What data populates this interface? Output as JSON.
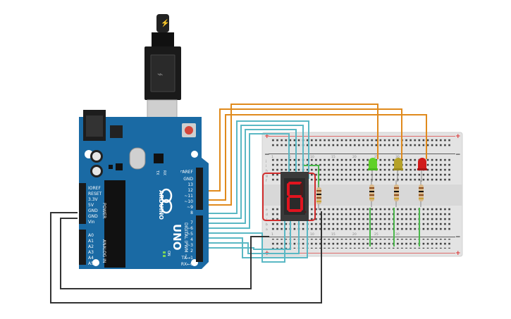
{
  "board": {
    "brand": "ARDUINO",
    "model": "UNO",
    "power_label": "POWER",
    "analog_label": "ANALOG IN",
    "digital_label": "DIGITAL (PWM ~)",
    "on_label": "ON",
    "l_label": "L",
    "tx_label": "TX",
    "rx_label": "RX",
    "top_pins": [
      "AREF",
      "GND",
      "13",
      "12",
      "~11",
      "~10",
      "~9",
      "8"
    ],
    "bottom_pins": [
      "7",
      "~6",
      "~5",
      "4",
      "~3",
      "2",
      "TX→1",
      "RX←0"
    ],
    "power_pins": [
      "IOREF",
      "RESET",
      "3.3V",
      "5V",
      "GND",
      "GND",
      "Vin"
    ],
    "analog_pins": [
      "A0",
      "A1",
      "A2",
      "A3",
      "A4",
      "A5"
    ]
  },
  "display": {
    "digit": "6"
  },
  "breadboard": {
    "column_numbers": [
      "1",
      "5",
      "10",
      "15",
      "20",
      "25",
      "30"
    ],
    "row_letters": [
      "j",
      "i",
      "h",
      "g",
      "f",
      "e",
      "d",
      "c",
      "b",
      "a"
    ],
    "plus": "+",
    "minus": "−"
  },
  "leds": [
    {
      "color": "green",
      "hex": "#5fd128"
    },
    {
      "color": "yellow",
      "hex": "#b5a128"
    },
    {
      "color": "red",
      "hex": "#d11a1a"
    }
  ],
  "colors": {
    "board": "#1a6aa4",
    "signal_wire": "#5ab8c4",
    "led_wire": "#e08a1c",
    "ground_wire": "#333333",
    "display_box": "#d12c2c"
  }
}
